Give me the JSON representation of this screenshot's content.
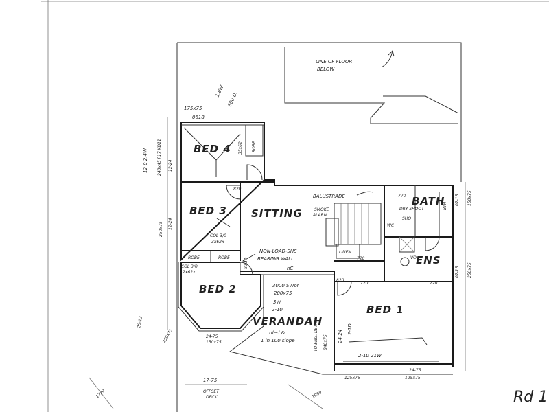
{
  "rooms": {
    "bed4": "BED 4",
    "bed3": "BED 3",
    "bed2": "BED 2",
    "bed1": "BED 1",
    "sitting": "SITTING",
    "bath": "BATH",
    "ens": "ENS",
    "verandah": "VERANDAH"
  },
  "notes": {
    "line_of_floor_1": "LINE OF FLOOR",
    "line_of_floor_2": "BELOW",
    "balustrade": "BALUSTRADE",
    "smoke_alarm_1": "SMOKE",
    "smoke_alarm_2": "ALARM",
    "nonload_1": "NON-LOAD-SHS",
    "nonload_2": "BEARING WALL",
    "nc": "nC",
    "beam_1": "3000 SWor",
    "beam_2": "200x75",
    "win_3w": "3W",
    "win_3w_size": "2-10",
    "tiled_1": "tiled &",
    "tiled_2": "1 in 100 slope",
    "to_eng_details": "TO ENG. DETAILS",
    "linen": "LINEN",
    "robe_a": "ROBE",
    "robe_b": "ROBE",
    "robe_c": "ROBE",
    "wc": "WC",
    "sho": "SHO",
    "vo": "VO",
    "bth": "BTH",
    "dry_shoot": "DRY SHOOT",
    "bed1_window_1": "2-10 21W",
    "bed1_window_2": "2-1D",
    "offset_deck_1": "OFFSET",
    "offset_deck_2": "DECK",
    "win_1_8w": "1.8W",
    "win_600": "600 D.",
    "win_12w": "12 0 2.4W",
    "lintel_bed4": "240x45 F17 KD11",
    "top_175": "175x75",
    "top_0618": "0618",
    "col_3": "COL 3/0",
    "col_3_size": "3x62x",
    "col_2": "COL 3/0",
    "col_2_size": "2x62x",
    "dim_1224_a": "12-24",
    "dim_1224_b": "12-24",
    "dim_250x75": "250x75",
    "dim_bed4_side": "35x62",
    "dim_820_a": "820",
    "dim_820_b": "820",
    "dim_820_c": "820",
    "dim_720_a": "720",
    "dim_720_b": "720",
    "dim_720_c": "720",
    "dim_770": "770",
    "dim_2175": "24-75",
    "dim_2175b": "24-75",
    "dim_125x75_a": "125x75",
    "dim_125x75_b": "125x75",
    "dim_0715": "07-15",
    "dim_0715b": "07-15",
    "dim_250x75_r": "250x75",
    "dim_150x75": "150x75",
    "dim_250x75_l": "250x75",
    "dim_175": "17-75",
    "dim_1720": "1720",
    "dim_1990": "1990",
    "dim_2012": "20-12",
    "dim_2424": "24-24",
    "dim_3000": "3000 SWor",
    "dim_840x75": "840x75",
    "signature": "Rd 1"
  }
}
